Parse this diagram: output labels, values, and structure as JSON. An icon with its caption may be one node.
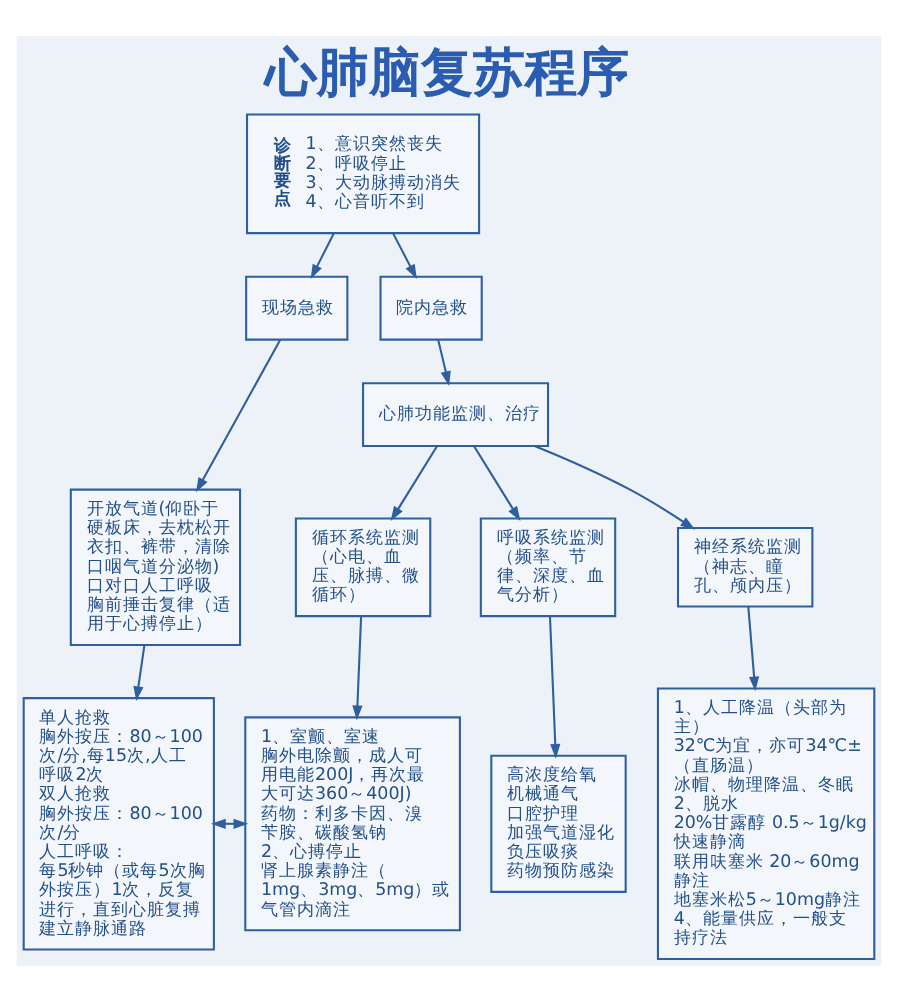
{
  "diagram": {
    "title": "心肺脑复苏程序",
    "nodes": [
      {
        "text": [
          "诊断要点",
          "1、意识突然丧失",
          "2、呼吸停止",
          "3、大动脉搏动消失",
          "4、心音听不到"
        ]
      },
      {
        "text": [
          "现场急救"
        ]
      },
      {
        "text": [
          "院内急救"
        ]
      },
      {
        "text": [
          "开放气道(仰卧于硬板床，去枕松开衣扣、裤带，清除口咽气道分泌物)",
          "口对口人工呼吸",
          "胸前捶击复律（适用于心搏停止）"
        ]
      },
      {
        "text": [
          "心肺功能监测、治疗"
        ]
      },
      {
        "text": [
          "循环系统监测（心电、血压、脉搏、微循环）"
        ]
      },
      {
        "text": [
          "呼吸系统监测（频率、节律、深度、血气分析）"
        ]
      },
      {
        "text": [
          "神经系统监测（神志、瞳孔、颅内压）"
        ]
      },
      {
        "text": [
          "单人抢救",
          "胸外按压：80～100次/分,每15次,人工呼吸2次",
          "双人抢救",
          "胸外按压：80～100次/分",
          "人工呼吸：",
          "每5秒钟（或每5次胸外按压）1次，反复进行，直到心脏复搏",
          "建立静脉通路"
        ]
      },
      {
        "text": [
          "1、室颤、室速",
          "胸外电除颤，成人可用电能200J，再次最大可达360～400J)",
          "药物：利多卡因、溴苄胺、碳酸氢钠",
          "2、心搏停止",
          "肾上腺素静注（1mg、3mg、5mg）或气管内滴注"
        ]
      },
      {
        "text": [
          "高浓度给氧",
          "机械通气",
          "口腔护理",
          "加强气道湿化",
          "负压吸痰",
          "药物预防感染"
        ]
      },
      {
        "text": [
          "1、人工降温（头部为主）",
          "32℃为宜，亦可34℃±（直肠温）",
          "冰帽、物理降温、冬眠",
          "2、脱水",
          "20%甘露醇 0.5～1g/kg快速静滴",
          "联用呋塞米 20～60mg静注",
          "地塞米松5～10mg静注",
          "4、能量供应，一般支持疗法"
        ]
      }
    ],
    "edges": [
      {
        "from": 0,
        "to": 1,
        "arrow": "to"
      },
      {
        "from": 0,
        "to": 2,
        "arrow": "to"
      },
      {
        "from": 1,
        "to": 3,
        "arrow": "to"
      },
      {
        "from": 2,
        "to": 4,
        "arrow": "to"
      },
      {
        "from": 4,
        "to": 5,
        "arrow": "to"
      },
      {
        "from": 4,
        "to": 6,
        "arrow": "to"
      },
      {
        "from": 4,
        "to": 7,
        "arrow": "to"
      },
      {
        "from": 3,
        "to": 8,
        "arrow": "to"
      },
      {
        "from": 5,
        "to": 9,
        "arrow": "to"
      },
      {
        "from": 6,
        "to": 10,
        "arrow": "to"
      },
      {
        "from": 7,
        "to": 11,
        "arrow": "to"
      },
      {
        "from": 8,
        "to": 9,
        "arrow": "both"
      }
    ]
  }
}
